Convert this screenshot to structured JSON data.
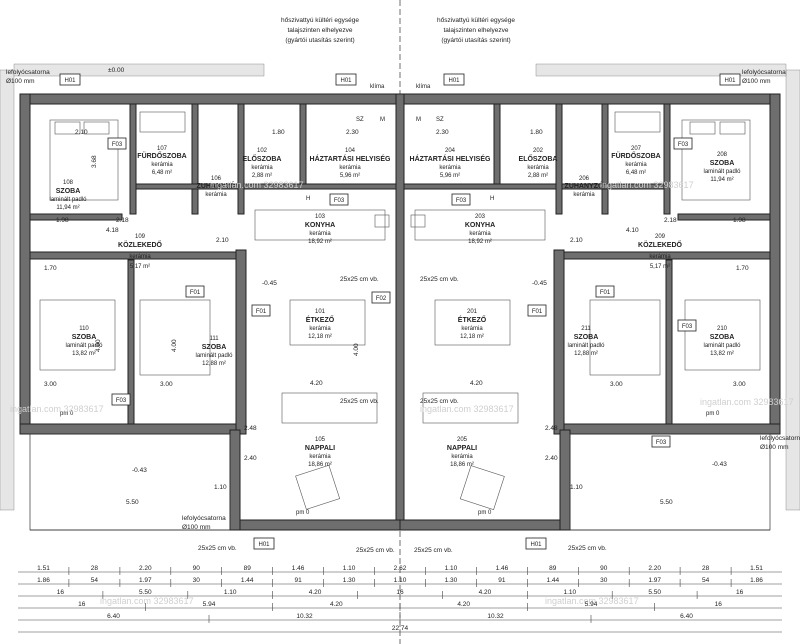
{
  "notes": {
    "outdoor_unit": [
      "hőszivattyú kültéri egysége",
      "talajszinten elhelyezve",
      "(gyártói utasítás szerint)"
    ],
    "downpipe": [
      "lefolyócsatorna",
      "Ø100 mm"
    ],
    "pillar": "25x25 cm vb.",
    "level_zero": "±0.00",
    "level_minus": "-0.45",
    "level_terrace": "-0.43",
    "watermark": "ingatlan.com 32983617"
  },
  "tags": [
    "H01",
    "F01",
    "F02",
    "F03",
    "klíma",
    "SZ",
    "M",
    "H",
    "pm 0"
  ],
  "rooms_left": [
    {
      "id": "108",
      "name": "SZOBA",
      "floor": "laminált padló",
      "area": "11,94 m²"
    },
    {
      "id": "107",
      "name": "FÜRDŐSZOBA",
      "floor": "kerámia",
      "area": "6,48 m²"
    },
    {
      "id": "106",
      "name": "ZUHANYZÓ",
      "floor": "kerámia",
      "area": ""
    },
    {
      "id": "102",
      "name": "ELŐSZOBA",
      "floor": "kerámia",
      "area": "2,88 m²"
    },
    {
      "id": "104",
      "name": "HÁZTARTÁSI HELYISÉG",
      "floor": "kerámia",
      "area": "5,96 m²"
    },
    {
      "id": "103",
      "name": "KONYHA",
      "floor": "kerámia",
      "area": "18,92 m²"
    },
    {
      "id": "109",
      "name": "KÖZLEKEDŐ",
      "floor": "kerámia",
      "area": "5,17 m²"
    },
    {
      "id": "110",
      "name": "SZOBA",
      "floor": "laminált padló",
      "area": "13,82 m²"
    },
    {
      "id": "111",
      "name": "SZOBA",
      "floor": "laminált padló",
      "area": "12,88 m²"
    },
    {
      "id": "101",
      "name": "ÉTKEZŐ",
      "floor": "kerámia",
      "area": "12,18 m²"
    },
    {
      "id": "105",
      "name": "NAPPALI",
      "floor": "kerámia",
      "area": "18,86 m²"
    }
  ],
  "rooms_right": [
    {
      "id": "208",
      "name": "SZOBA",
      "floor": "laminált padló",
      "area": "11,94 m²"
    },
    {
      "id": "207",
      "name": "FÜRDŐSZOBA",
      "floor": "kerámia",
      "area": "6,48 m²"
    },
    {
      "id": "206",
      "name": "ZUHANYZÓ",
      "floor": "kerámia",
      "area": ""
    },
    {
      "id": "202",
      "name": "ELŐSZOBA",
      "floor": "kerámia",
      "area": "2,88 m²"
    },
    {
      "id": "204",
      "name": "HÁZTARTÁSI HELYISÉG",
      "floor": "kerámia",
      "area": "5,96 m²"
    },
    {
      "id": "203",
      "name": "KONYHA",
      "floor": "kerámia",
      "area": "18,92 m²"
    },
    {
      "id": "209",
      "name": "KÖZLEKEDŐ",
      "floor": "kerámia",
      "area": "5,17 m²"
    },
    {
      "id": "211",
      "name": "SZOBA",
      "floor": "laminált padló",
      "area": "12,88 m²"
    },
    {
      "id": "210",
      "name": "SZOBA",
      "floor": "laminált padló",
      "area": "13,82 m²"
    },
    {
      "id": "201",
      "name": "ÉTKEZŐ",
      "floor": "kerámia",
      "area": "12,18 m²"
    },
    {
      "id": "205",
      "name": "NAPPALI",
      "floor": "kerámia",
      "area": "18,86 m²"
    }
  ],
  "interior_dims": [
    "3.68",
    "4.00",
    "4.20",
    "5.50",
    "2.30",
    "1.80",
    "1.98",
    "4.18",
    "3.00",
    "2.40",
    "2.10",
    "1.10",
    "1.70",
    "2.18",
    "2.48",
    "4.10"
  ],
  "dim_rows": [
    [
      "1.51",
      "28",
      "2.20",
      "90",
      "89",
      "1.46",
      "1.10",
      "2.62",
      "1.10",
      "1.46",
      "89",
      "90",
      "2.20",
      "28",
      "1.51"
    ],
    [
      "1.86",
      "54",
      "1.97",
      "30",
      "1.44",
      "91",
      "1.30",
      "1.10",
      "1.30",
      "91",
      "1.44",
      "30",
      "1.97",
      "54",
      "1.86"
    ],
    [
      "16",
      "5.50",
      "1.10",
      "4.20",
      "16",
      "4.20",
      "1.10",
      "5.50",
      "16"
    ],
    [
      "16",
      "5.94",
      "4.20",
      "4.20",
      "5.94",
      "16"
    ],
    [
      "6.40",
      "10.32",
      "10.32",
      "6.40"
    ],
    [
      "22.74"
    ]
  ]
}
